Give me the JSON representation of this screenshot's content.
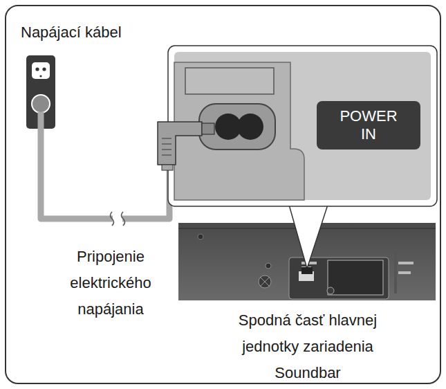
{
  "diagram": {
    "nodes": [
      {
        "text": [
          "POWER IN"
        ]
      }
    ],
    "labels": [
      "Napájací kábel",
      "Pripojenie elektrického napájania",
      "Spodná časť hlavnej jednotky zariadenia Soundbar"
    ]
  }
}
